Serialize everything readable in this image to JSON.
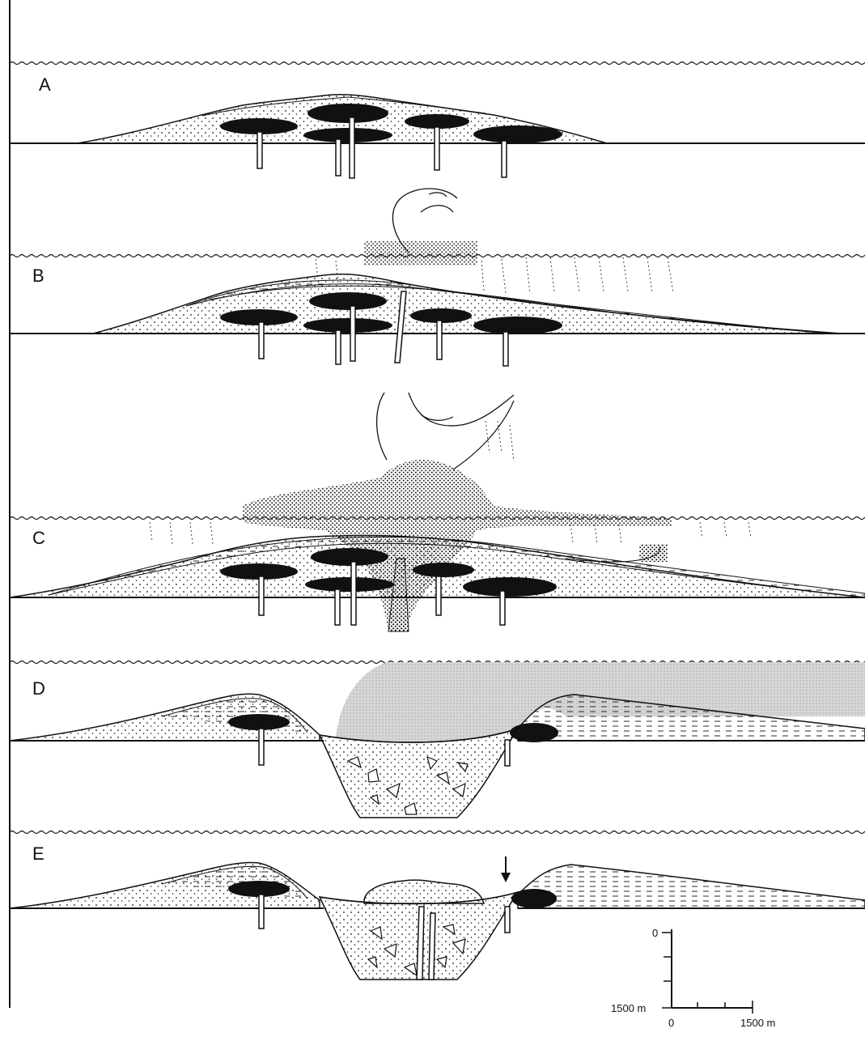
{
  "panels": [
    {
      "label": "A"
    },
    {
      "label": "B"
    },
    {
      "label": "C"
    },
    {
      "label": "D"
    },
    {
      "label": "E"
    }
  ],
  "scale_bar": {
    "vertical_top": "0",
    "vertical_bottom": "1500 m",
    "horizontal_left": "0",
    "horizontal_right": "1500 m"
  },
  "colors": {
    "ink": "#111111",
    "paper": "#ffffff",
    "shaded": "#d0d0d0"
  }
}
